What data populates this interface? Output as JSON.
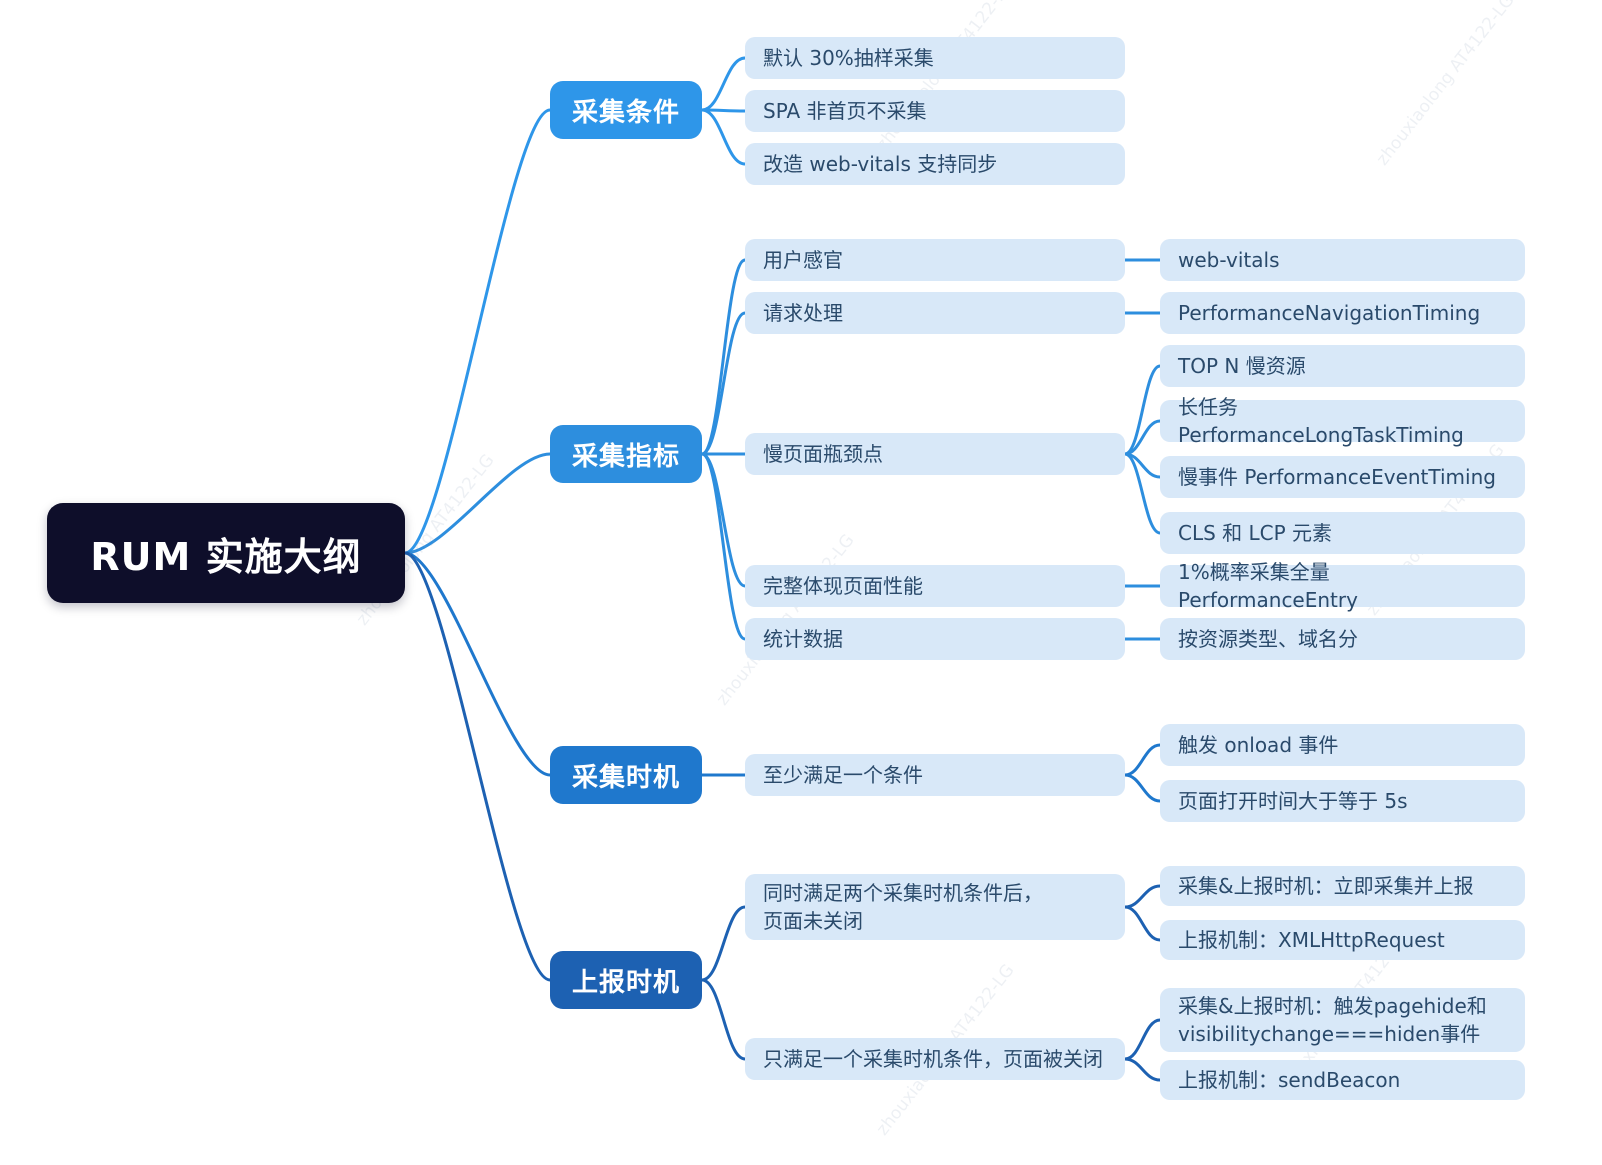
{
  "watermark": {
    "text": "zhouxiaolong AT4122-LG"
  },
  "mindmap": {
    "root": {
      "label": "RUM 实施大纲"
    },
    "root_bg": "#0e0e2a",
    "node_bg": "#d8e8f8",
    "node_text_color": "#2a4a6b",
    "branch_colors": [
      "#2e96e9",
      "#2d8ede",
      "#1f78cd",
      "#1d61b2"
    ],
    "branches": [
      {
        "label": "采集条件",
        "children": [
          {
            "label": "默认 30%抽样采集"
          },
          {
            "label": "SPA 非首页不采集"
          },
          {
            "label": "改造 web-vitals 支持同步"
          }
        ]
      },
      {
        "label": "采集指标",
        "children": [
          {
            "label": "用户感官",
            "children": [
              {
                "label": "web-vitals"
              }
            ]
          },
          {
            "label": "请求处理",
            "children": [
              {
                "label": "PerformanceNavigationTiming"
              }
            ]
          },
          {
            "label": "慢页面瓶颈点",
            "children": [
              {
                "label": "TOP N 慢资源"
              },
              {
                "label": "长任务 PerformanceLongTaskTiming"
              },
              {
                "label": "慢事件 PerformanceEventTiming"
              },
              {
                "label": "CLS 和 LCP 元素"
              }
            ]
          },
          {
            "label": "完整体现页面性能",
            "children": [
              {
                "label": "1%概率采集全量 PerformanceEntry"
              }
            ]
          },
          {
            "label": "统计数据",
            "children": [
              {
                "label": "按资源类型、域名分"
              }
            ]
          }
        ]
      },
      {
        "label": "采集时机",
        "children": [
          {
            "label": "至少满足一个条件",
            "children": [
              {
                "label": "触发 onload 事件"
              },
              {
                "label": "页面打开时间大于等于 5s"
              }
            ]
          }
        ]
      },
      {
        "label": "上报时机",
        "children": [
          {
            "label": "同时满足两个采集时机条件后，\n页面未关闭",
            "children": [
              {
                "label": "采集&上报时机：立即采集并上报"
              },
              {
                "label": "上报机制：XMLHttpRequest"
              }
            ]
          },
          {
            "label": "只满足一个采集时机条件，页面被关闭",
            "children": [
              {
                "label": "采集&上报时机：触发pagehide和\nvisibilitychange===hiden事件"
              },
              {
                "label": "上报机制：sendBeacon"
              }
            ]
          }
        ]
      }
    ]
  }
}
